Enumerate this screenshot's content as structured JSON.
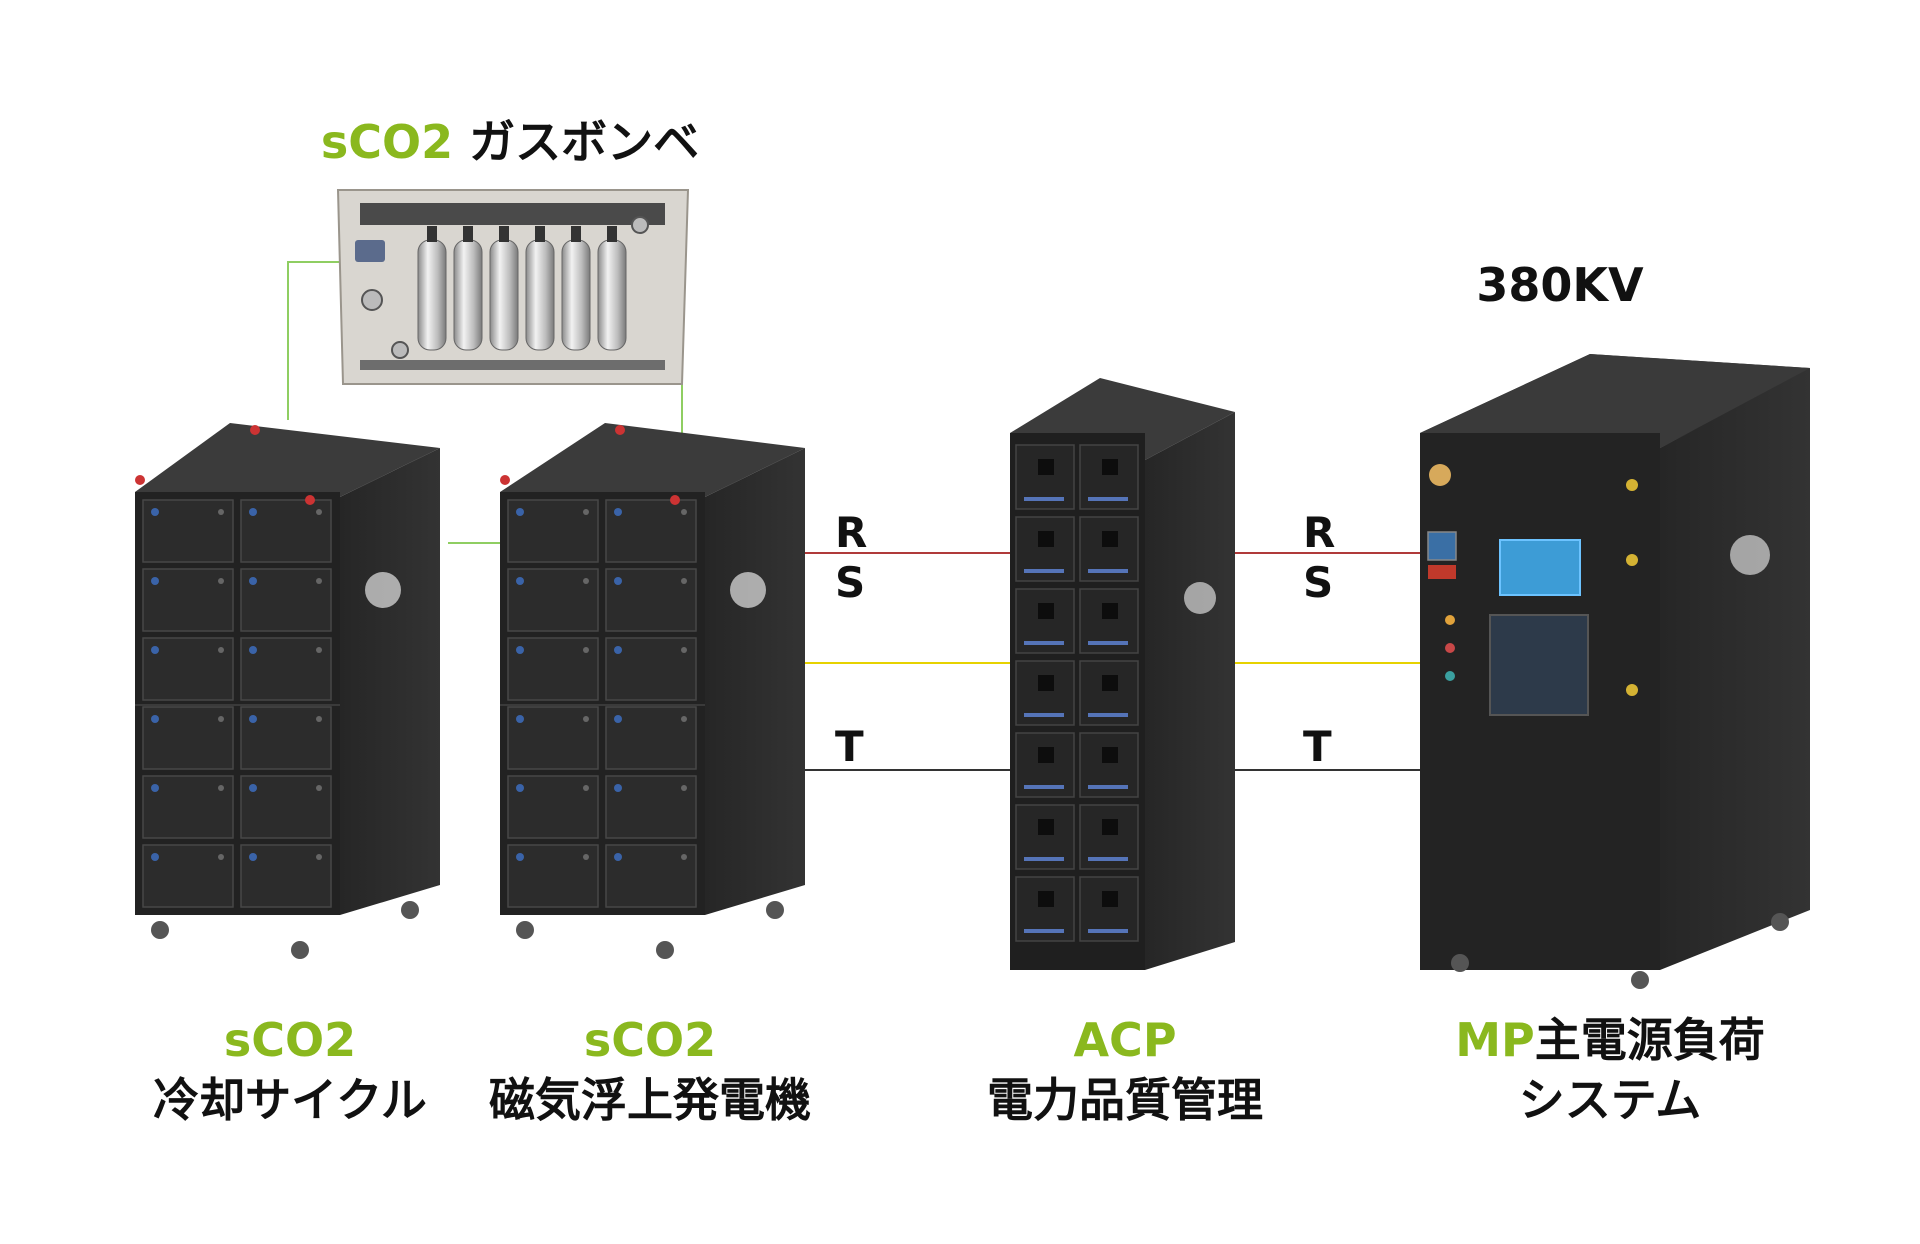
{
  "gas_label": {
    "accent": "sCO2",
    "text": "ガスボンベ"
  },
  "voltage": "380KV",
  "units": [
    {
      "accent": "sCO2",
      "line2": "冷却サイクル"
    },
    {
      "accent": "sCO2",
      "line2": "磁気浮上発電機"
    },
    {
      "accent": "ACP",
      "line2": "電力品質管理"
    },
    {
      "accent": "MP",
      "line1_rest": "主電源負荷",
      "line2": "システム"
    }
  ],
  "phases": {
    "r": "R",
    "s": "S",
    "t": "T"
  },
  "colors": {
    "accent": "#8ab81e",
    "cabinet": "#2b2b2b",
    "line_rs": "#b03a3a",
    "line_yellow": "#e6d200",
    "line_t": "#333333",
    "pipe": "#8fce62"
  },
  "icons": [
    "brand-logo-icon",
    "gas-cylinder-icon",
    "wheel-icon"
  ]
}
